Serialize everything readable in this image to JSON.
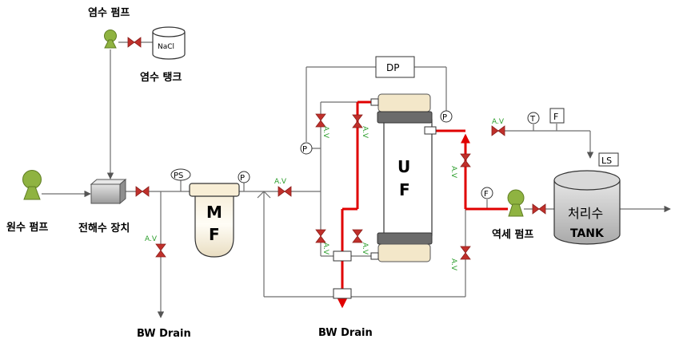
{
  "labels": {
    "brine_pump": "염수 펌프",
    "brine_tank_label": "염수 탱크",
    "brine_tank_content": "NaCl",
    "raw_pump": "원수 펌프",
    "electrolysis_unit": "전해수 장치",
    "mf_line1": "M",
    "mf_line2": "F",
    "uf_line1": "U",
    "uf_line2": "F",
    "dp": "DP",
    "backwash_pump": "역세 펌프",
    "treated_line1": "처리수",
    "treated_line2": "TANK",
    "bw_drain_left": "BW Drain",
    "bw_drain_center": "BW Drain",
    "ls": "LS",
    "f_box": "F",
    "ps": "PS"
  },
  "instruments": {
    "pressure": "P",
    "temperature": "T",
    "flow": "F",
    "auto_valve": "A.V"
  }
}
